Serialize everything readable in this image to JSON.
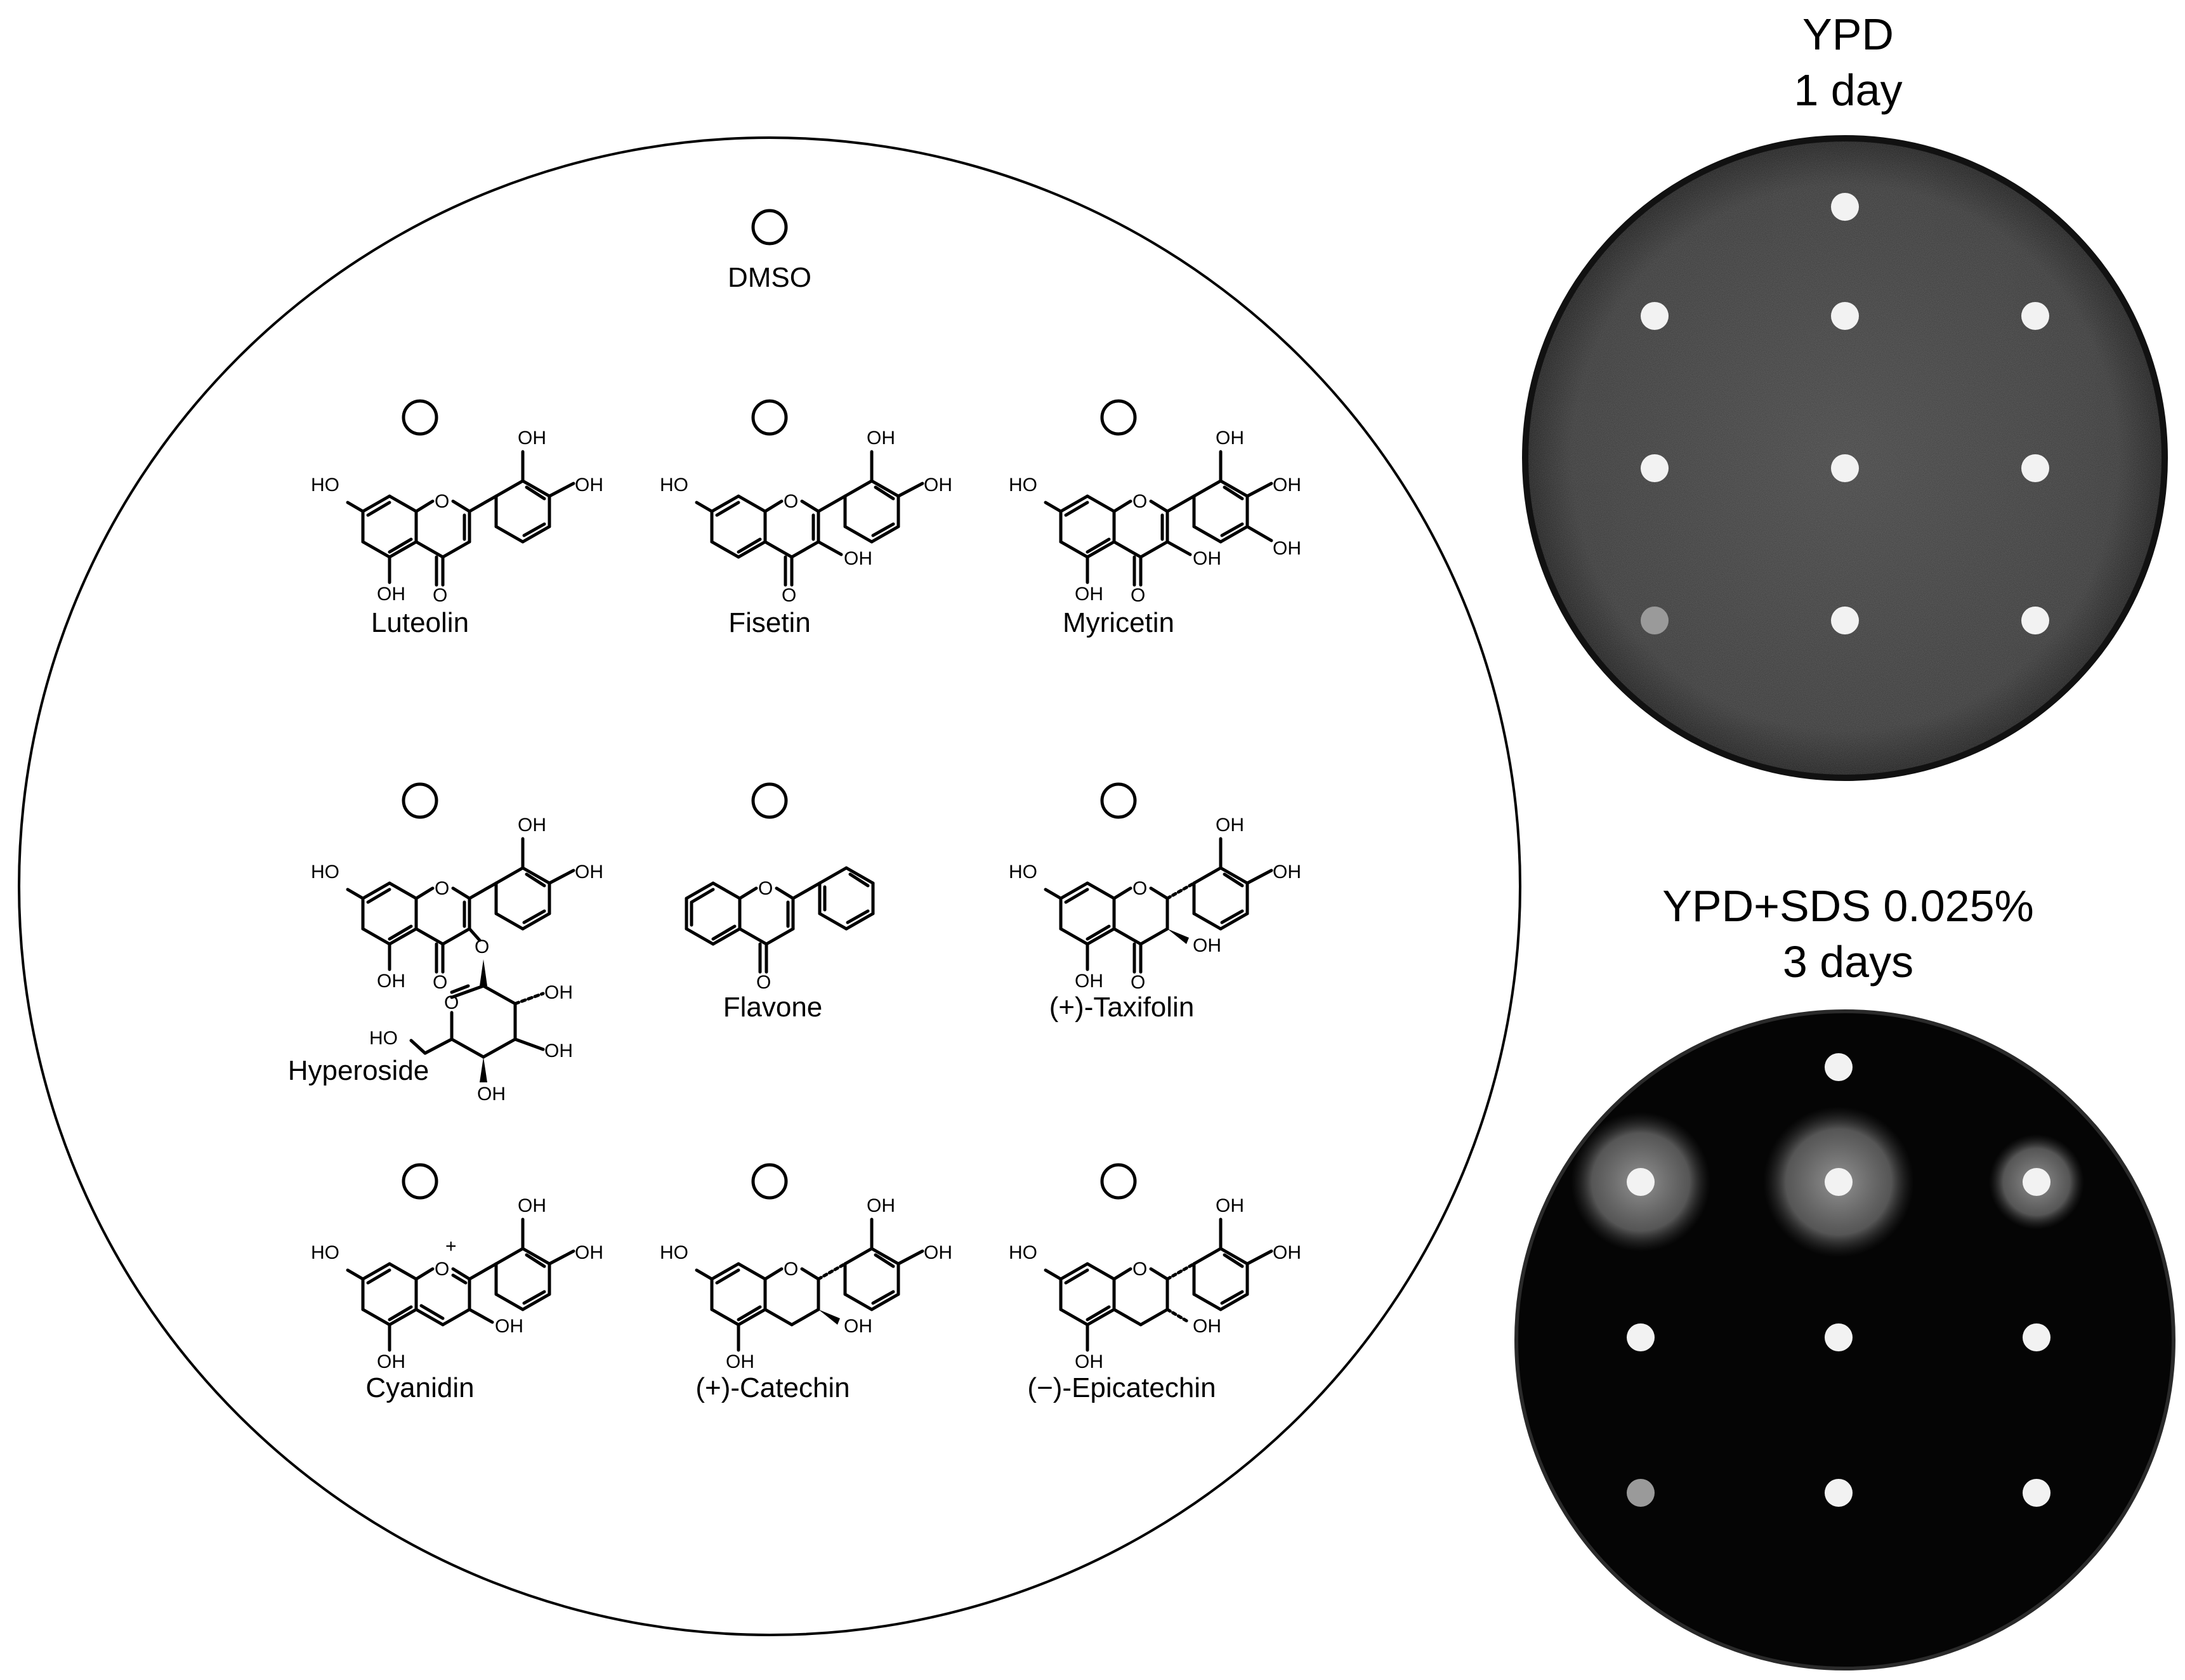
{
  "layout": {
    "control": {
      "label": "DMSO"
    },
    "compounds": [
      {
        "name": "Luteolin",
        "atoms": [
          "HO",
          "OH",
          "OH",
          "OH",
          "O",
          "O"
        ]
      },
      {
        "name": "Fisetin",
        "atoms": [
          "HO",
          "OH",
          "OH",
          "OH",
          "O",
          "O"
        ]
      },
      {
        "name": "Myricetin",
        "atoms": [
          "HO",
          "OH",
          "OH",
          "OH",
          "OH",
          "OH",
          "O",
          "O"
        ]
      },
      {
        "name": "Hyperoside",
        "atoms": [
          "HO",
          "OH",
          "OH",
          "OH",
          "O",
          "O",
          "O",
          "O",
          "OH",
          "OH",
          "OH",
          "HO",
          "OH"
        ]
      },
      {
        "name": "Flavone",
        "atoms": [
          "O",
          "O"
        ]
      },
      {
        "name": "(+)-Taxifolin",
        "atoms": [
          "HO",
          "OH",
          "OH",
          "OH",
          "OH",
          "O",
          "O"
        ]
      },
      {
        "name": "Cyanidin",
        "atoms": [
          "HO",
          "OH",
          "OH",
          "OH",
          "OH",
          "O",
          "+"
        ]
      },
      {
        "name": "(+)-Catechin",
        "atoms": [
          "HO",
          "OH",
          "OH",
          "OH",
          "OH",
          "O"
        ]
      },
      {
        "name": "(−)-Epicatechin",
        "atoms": [
          "HO",
          "OH",
          "OH",
          "OH",
          "OH",
          "O"
        ]
      }
    ]
  },
  "plates": [
    {
      "title_line1": "YPD",
      "title_line2": "1 day",
      "background": "#3a3a3a",
      "halo_sizes": [
        0,
        0,
        0,
        0,
        0,
        0,
        0,
        0,
        0,
        0
      ]
    },
    {
      "title_line1": "YPD+SDS 0.025%",
      "title_line2": "3 days",
      "background": "#050505",
      "halo_sizes": [
        0,
        0.88,
        0.95,
        0.6,
        0,
        0,
        0,
        0,
        0,
        0
      ]
    }
  ],
  "colors": {
    "line": "#000000",
    "disk": "#f2f2f2",
    "halo": "#8a8a8a"
  }
}
